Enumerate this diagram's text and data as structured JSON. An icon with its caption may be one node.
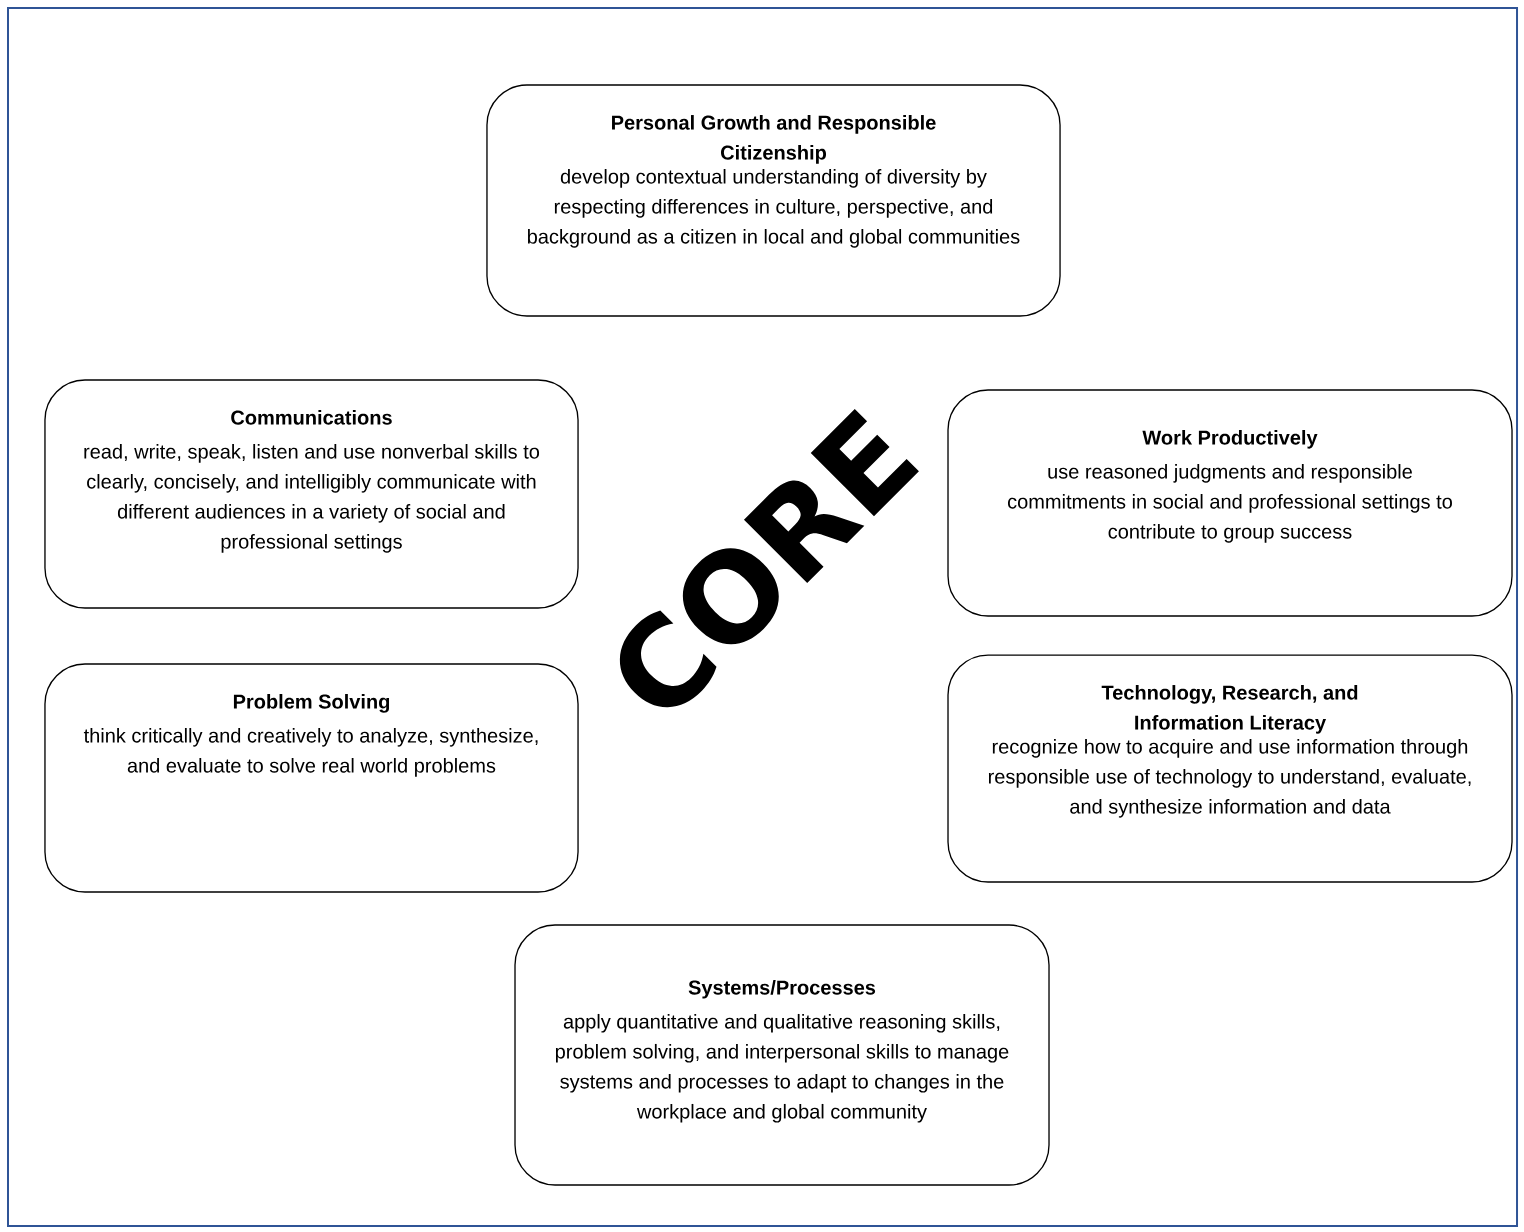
{
  "diagram": {
    "nodes": [
      {
        "text": [
          "Personal Growth and Responsible Citizenship",
          "develop contextual understanding of diversity by respecting differences in culture, perspective, and background as a citizen in local and global communities"
        ]
      },
      {
        "text": [
          "Communications",
          "read, write, speak, listen and use nonverbal skills to clearly, concisely, and intelligibly communicate with different audiences in a variety of social and professional settings"
        ]
      },
      {
        "text": [
          "Work Productively",
          "use reasoned judgments and responsible commitments in social and professional settings to contribute to group success"
        ]
      },
      {
        "text": [
          "Problem Solving",
          "think critically and creatively to analyze, synthesize, and evaluate to solve real world problems"
        ]
      },
      {
        "text": [
          "Technology, Research, and Information Literacy",
          "recognize how to acquire and use information through responsible use of technology to understand, evaluate, and synthesize information and data"
        ]
      },
      {
        "text": [
          "Systems/Processes",
          "apply quantitative and qualitative reasoning skills, problem solving, and interpersonal skills to manage systems and processes to adapt to changes in the workplace and global community"
        ]
      }
    ],
    "labels": [
      "CORE"
    ]
  }
}
